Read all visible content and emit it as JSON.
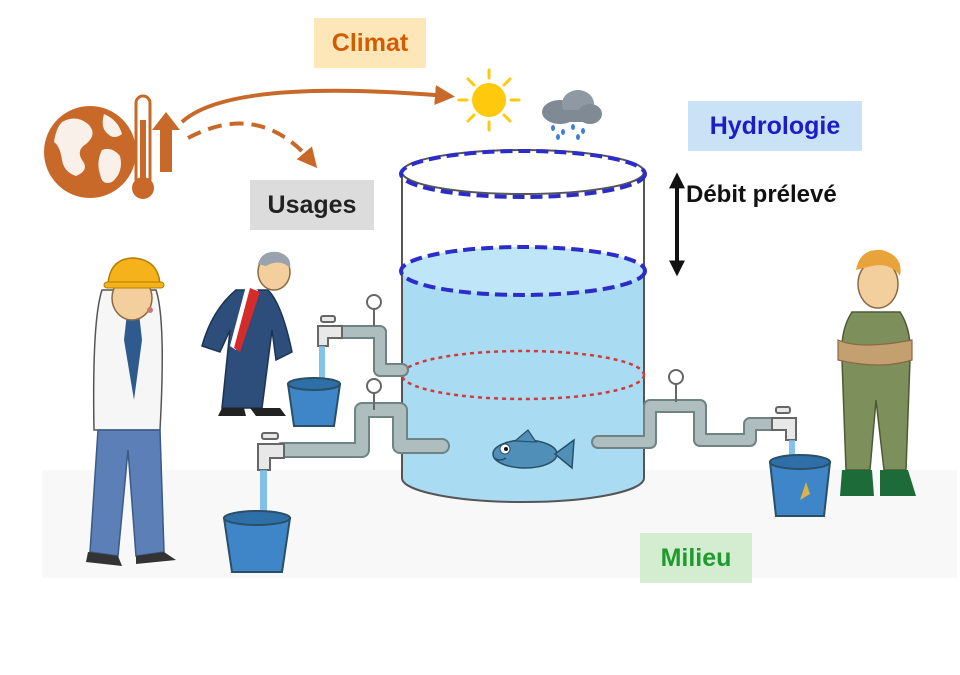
{
  "labels": {
    "climat": "Climat",
    "usages": "Usages",
    "hydrologie": "Hydrologie",
    "debit_preleve": "Débit prélevé",
    "milieu": "Milieu"
  },
  "colors": {
    "climat_text": "#d35c00",
    "climat_bg": "#fde6b8",
    "usages_text": "#222222",
    "usages_bg": "#dcdcdc",
    "hydrologie_text": "#1c1cc8",
    "hydrologie_bg": "#c9e2f6",
    "milieu_text": "#1f9a2e",
    "milieu_bg": "#d4ecd0",
    "water": "#a9dcf3",
    "water_level_dashed": "#2c2cc8",
    "low_flow_dotted": "#d23a3a",
    "earth_orange": "#c8692a",
    "pipe": "#9fb3b3"
  },
  "icons": {
    "climate": "globe-thermometer-icon",
    "sun": "sun-icon",
    "rain": "rain-cloud-icon",
    "fish": "fish-icon",
    "double_arrow": "double-arrow-icon"
  }
}
